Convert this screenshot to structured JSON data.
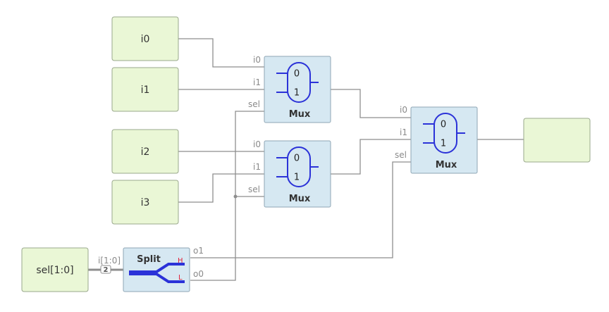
{
  "inputs": {
    "i0": "i0",
    "i1": "i1",
    "i2": "i2",
    "i3": "i3",
    "sel": "sel[1:0]"
  },
  "output": {
    "label": ""
  },
  "mux": {
    "title": "Mux",
    "port_i0": "i0",
    "port_i1": "i1",
    "port_sel": "sel",
    "sym_0": "0",
    "sym_1": "1"
  },
  "split": {
    "title": "Split",
    "in_port": "i[1:0]",
    "out_o1": "o1",
    "out_o0": "o0",
    "high_mark": "H",
    "low_mark": "L",
    "bus_width": "2"
  },
  "colors": {
    "io_fill": "#eaf7d6",
    "block_fill": "#d6e8f2",
    "wire": "#8e8e8e",
    "mux_symbol": "#2b32d8",
    "split_hl": "#e0213a"
  }
}
